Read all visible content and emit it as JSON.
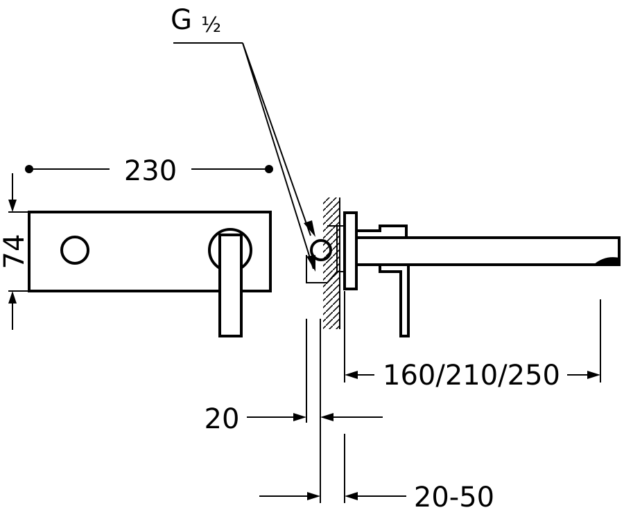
{
  "labels": {
    "thread_prefix": "G",
    "thread_fraction": "½",
    "plate_width": "230",
    "plate_height": "74",
    "spout_projection": "160/210/250",
    "wall_offset": "20",
    "embed_depth": "20-50"
  },
  "colors": {
    "line": "#000000",
    "background": "#ffffff"
  }
}
